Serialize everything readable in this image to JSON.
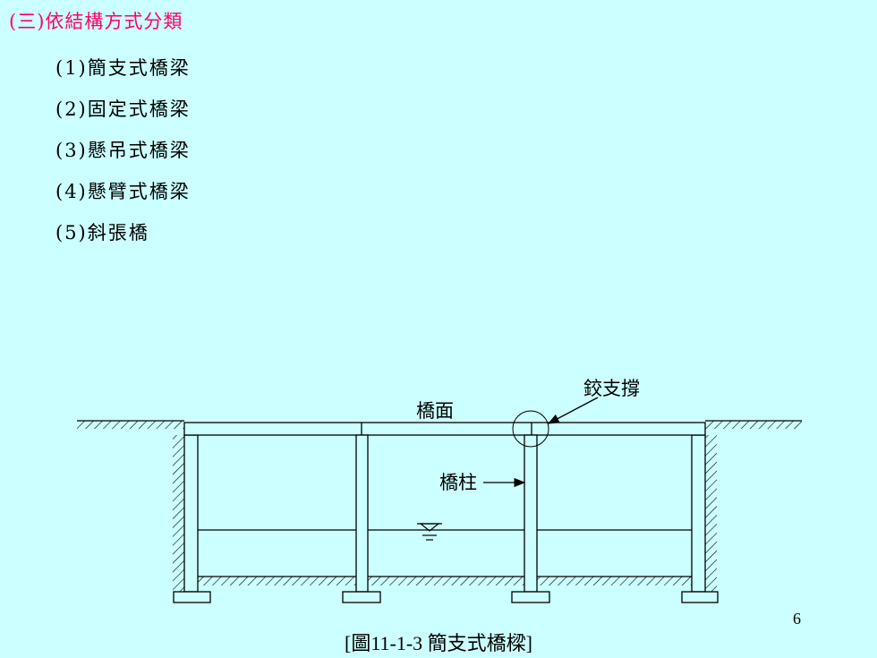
{
  "heading": "(三)依結構方式分類",
  "items": [
    "(1)簡支式橋梁",
    "(2)固定式橋梁",
    "(3)懸吊式橋梁",
    "(4)懸臂式橋梁",
    "(5)斜張橋"
  ],
  "diagram": {
    "label_deck": "橋面",
    "label_pier": "橋柱",
    "label_hinge": "鉸支撐"
  },
  "page_number": "6",
  "caption": "[圖11-1-3 簡支式橋樑]"
}
